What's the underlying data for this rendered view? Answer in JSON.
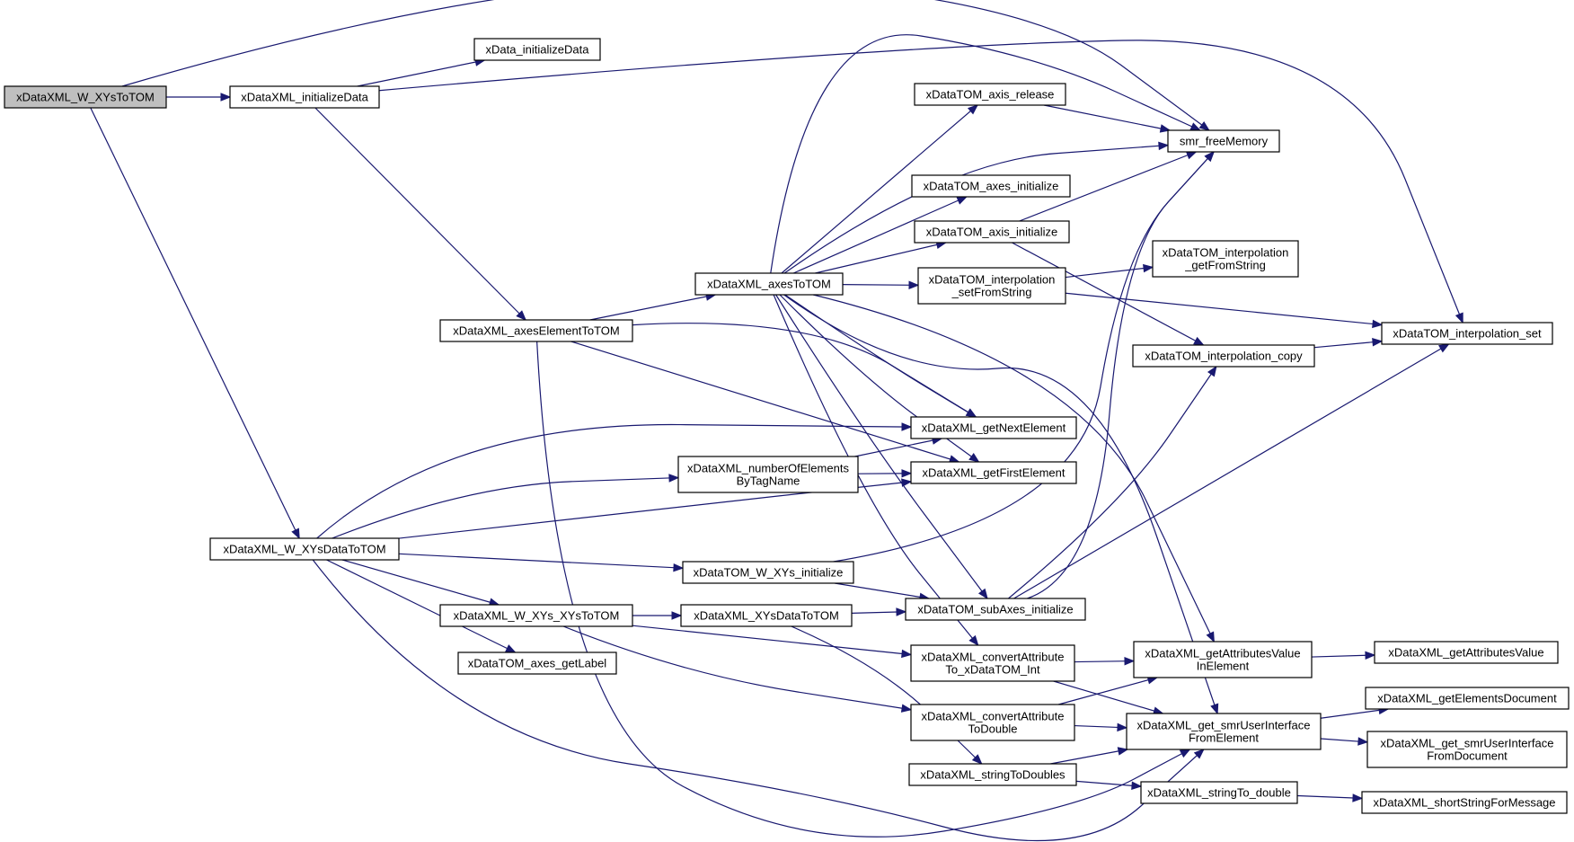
{
  "colors": {
    "edge": "#191970",
    "root_fill": "#bfbfbf",
    "node_fill": "#ffffff"
  },
  "nodes": {
    "W_XYsToTOM": [
      "xDataXML_W_XYsToTOM"
    ],
    "initializeData": [
      "xDataXML_initializeData"
    ],
    "x_initializeData": [
      "xData_initializeData"
    ],
    "W_XYsDataToTOM": [
      "xDataXML_W_XYsDataToTOM"
    ],
    "axesElementToTOM": [
      "xDataXML_axesElementToTOM"
    ],
    "axesToTOM": [
      "xDataXML_axesToTOM"
    ],
    "smr_freeMemory": [
      "smr_freeMemory"
    ],
    "axis_release": [
      "xDataTOM_axis_release"
    ],
    "axes_initialize": [
      "xDataTOM_axes_initialize"
    ],
    "axis_initialize": [
      "xDataTOM_axis_initialize"
    ],
    "interp_setFromString": [
      "xDataTOM_interpolation",
      "_setFromString"
    ],
    "interp_getFromString": [
      "xDataTOM_interpolation",
      "_getFromString"
    ],
    "interp_set": [
      "xDataTOM_interpolation_set"
    ],
    "interp_copy": [
      "xDataTOM_interpolation_copy"
    ],
    "getNextElement": [
      "xDataXML_getNextElement"
    ],
    "getFirstElement": [
      "xDataXML_getFirstElement"
    ],
    "numberOfElements": [
      "xDataXML_numberOfElements",
      "ByTagName"
    ],
    "W_XYs_initialize": [
      "xDataTOM_W_XYs_initialize"
    ],
    "W_XYs_XYsToTOM": [
      "xDataXML_W_XYs_XYsToTOM"
    ],
    "XYsDataToTOM": [
      "xDataXML_XYsDataToTOM"
    ],
    "subAxes_initialize": [
      "xDataTOM_subAxes_initialize"
    ],
    "axes_getLabel": [
      "xDataTOM_axes_getLabel"
    ],
    "convertAttr_Int": [
      "xDataXML_convertAttribute",
      "To_xDataTOM_Int"
    ],
    "getAttributesValueInElement": [
      "xDataXML_getAttributesValue",
      "InElement"
    ],
    "getAttributesValue": [
      "xDataXML_getAttributesValue"
    ],
    "convertAttr_Double": [
      "xDataXML_convertAttribute",
      "ToDouble"
    ],
    "get_smrUI_FromElement": [
      "xDataXML_get_smrUserInterface",
      "FromElement"
    ],
    "getElementsDocument": [
      "xDataXML_getElementsDocument"
    ],
    "get_smrUI_FromDocument": [
      "xDataXML_get_smrUserInterface",
      "FromDocument"
    ],
    "stringToDoubles": [
      "xDataXML_stringToDoubles"
    ],
    "stringTo_double": [
      "xDataXML_stringTo_double"
    ],
    "shortStringForMessage": [
      "xDataXML_shortStringForMessage"
    ]
  }
}
